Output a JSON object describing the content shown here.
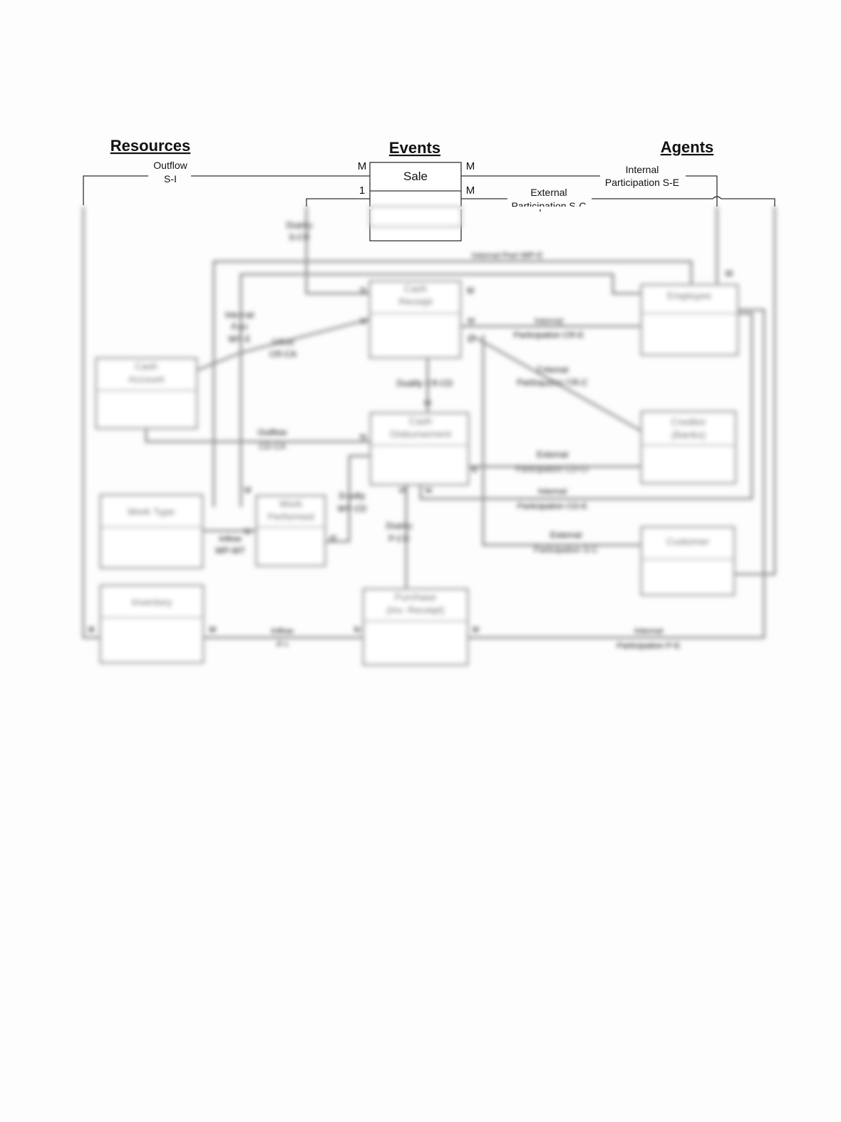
{
  "headers": {
    "resources": "Resources",
    "events": "Events",
    "agents": "Agents"
  },
  "entities": {
    "sale": "Sale",
    "cash_receipt": [
      "Cash",
      "Receipt"
    ],
    "cash_disbursement": [
      "Cash",
      "Disbursement"
    ],
    "purchase": [
      "Purchase",
      "(inv. Receipt)"
    ],
    "work_performed": [
      "Work",
      "Performed"
    ],
    "cash_account": [
      "Cash",
      "Account"
    ],
    "work_type": "Work Type",
    "inventory": "Inventory",
    "employee": "Employee",
    "creditor": [
      "Creditor",
      "(Banks)"
    ],
    "customer": "Customer"
  },
  "relationships": {
    "outflow_s_i": [
      "Outflow",
      "S-I"
    ],
    "internal_participation_s_e": [
      "Internal",
      "Participation S-E"
    ],
    "external_participation_s_c": [
      "External",
      "Participation S-C"
    ],
    "duality_s_cr": [
      "Duality",
      "S-CR"
    ],
    "internal_part_wp_e_top": "Internal Part WP-E",
    "internal_part_wp_e_left": [
      "Internal",
      "Part",
      "WP-E"
    ],
    "inflow_cr_ca": [
      "Inflow",
      "CR-CA"
    ],
    "internal_participation_cr_e": [
      "Internal",
      "Participation CR-E"
    ],
    "external_participation_cr_c": [
      "External",
      "Participation CR-C"
    ],
    "duality_cr_cd": "Duality CR-CD",
    "outflow_cd_ca": [
      "Outflow",
      "CD-CA"
    ],
    "external_participation_cd_cr": [
      "External",
      "Participation CD-Cr"
    ],
    "internal_participation_cd_e": [
      "Internal",
      "Participation CD-E"
    ],
    "duality_wp_cd": [
      "Duality",
      "WP-CD"
    ],
    "duality_p_cd": [
      "Duality",
      "P-CD"
    ],
    "external_participation_s_c2": [
      "External",
      "Participation S-C"
    ],
    "inflow_wp_wt": [
      "Inflow",
      "WP-WT"
    ],
    "inflow_p_i": [
      "Inflow",
      "P-I"
    ],
    "internal_participation_p_e": [
      "Internal",
      "Participation P-E"
    ]
  },
  "cardinality": {
    "many": "M",
    "one": "1"
  }
}
